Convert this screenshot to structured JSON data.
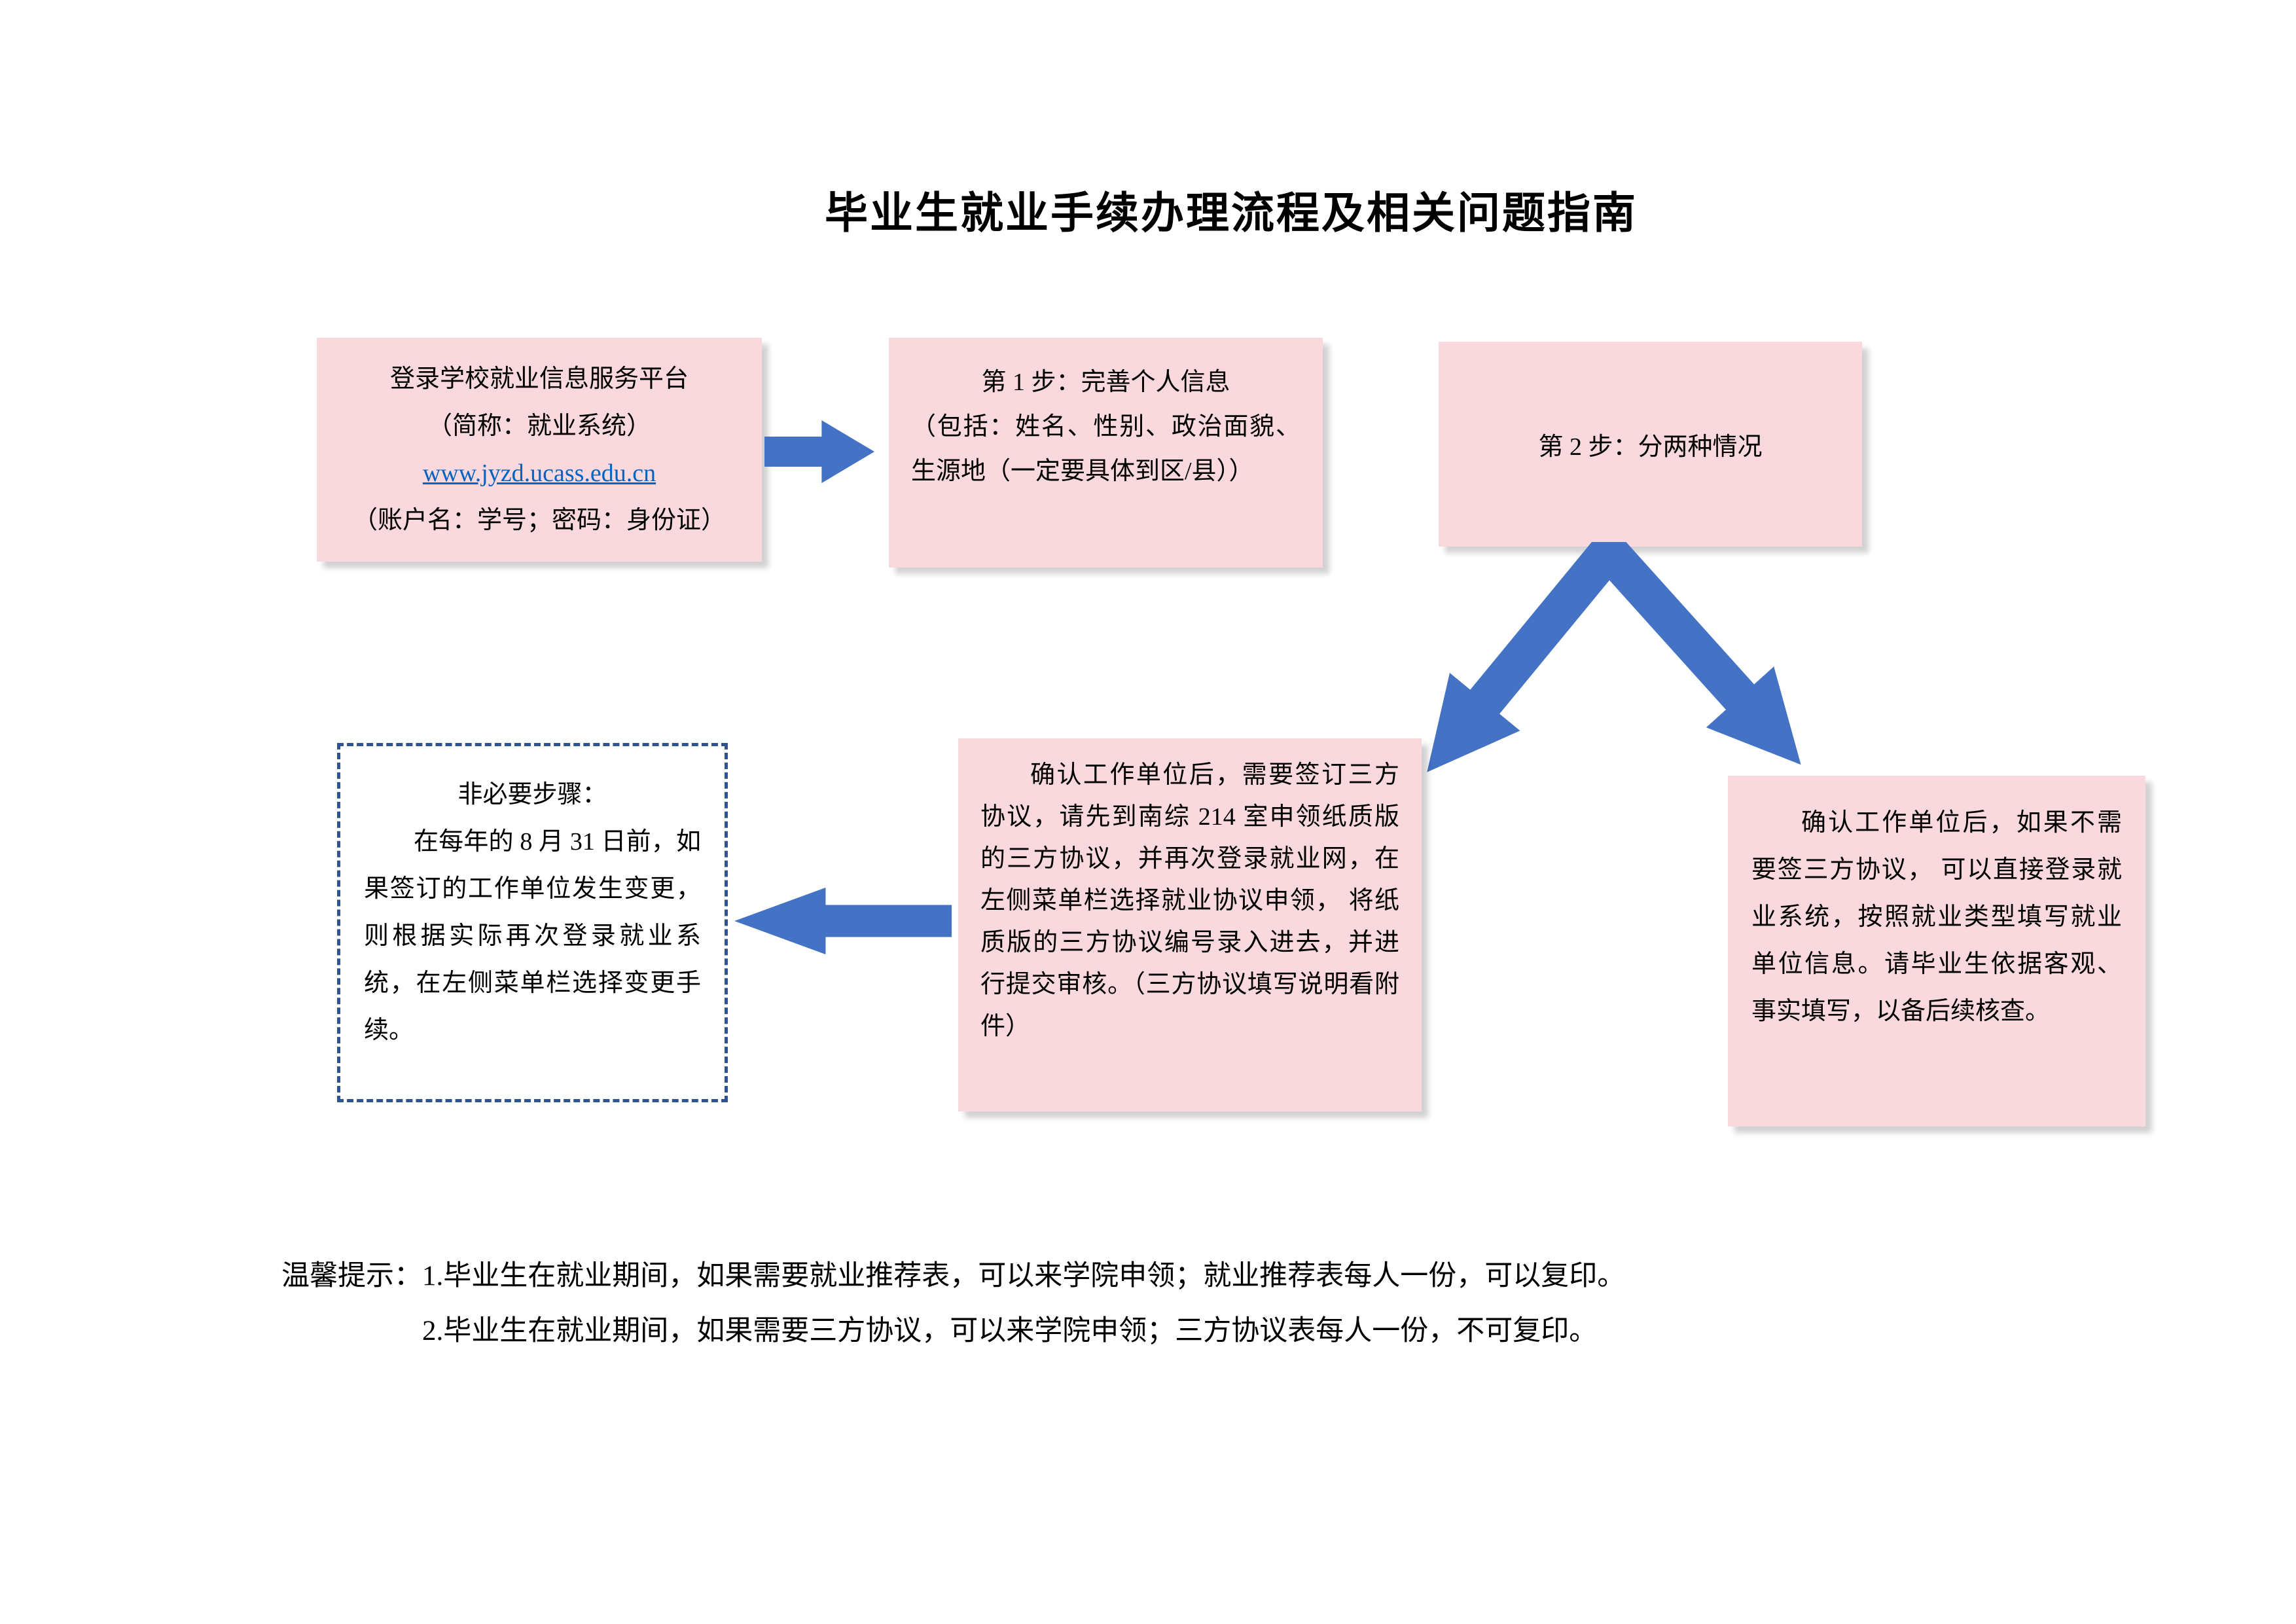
{
  "page": {
    "title": "毕业生就业手续办理流程及相关问题指南"
  },
  "flowchart": {
    "login_box": {
      "line1": "登录学校就业信息服务平台",
      "line2": "（简称：就业系统）",
      "link": "www.jyzd.ucass.edu.cn",
      "line4": "（账户名：学号；密码：身份证）"
    },
    "step1_box": {
      "line1": "第 1 步：完善个人信息",
      "body": "（包括：姓名、性别、政治面貌、生源地（一定要具体到区/县））"
    },
    "step2_box": {
      "text": "第 2 步：分两种情况"
    },
    "sign_box": {
      "text": "确认工作单位后，需要签订三方协议，请先到南综 214 室申领纸质版的三方协议，并再次登录就业网，在左侧菜单栏选择就业协议申领， 将纸质版的三方协议编号录入进去，并进行提交审核。（三方协议填写说明看附件）"
    },
    "nosign_box": {
      "text": "确认工作单位后，如果不需要签三方协议， 可以直接登录就业系统，按照就业类型填写就业单位信息。请毕业生依据客观、事实填写，以备后续核查。"
    },
    "optional_box": {
      "line1": "非必要步骤：",
      "body": "在每年的 8 月 31 日前，如果签订的工作单位发生变更，则根据实际再次登录就业系统，在左侧菜单栏选择变更手续。"
    }
  },
  "tips": {
    "label": "温馨提示：",
    "item1": "1.毕业生在就业期间，如果需要就业推荐表，可以来学院申领；就业推荐表每人一份，可以复印。",
    "item2": "2.毕业生在就业期间，如果需要三方协议，可以来学院申领；三方协议表每人一份，不可复印。"
  },
  "colors": {
    "box_fill": "#F9D9DD",
    "arrow_blue": "#4472C4",
    "dashed_border": "#2F5496",
    "link_blue": "#0563C1"
  }
}
